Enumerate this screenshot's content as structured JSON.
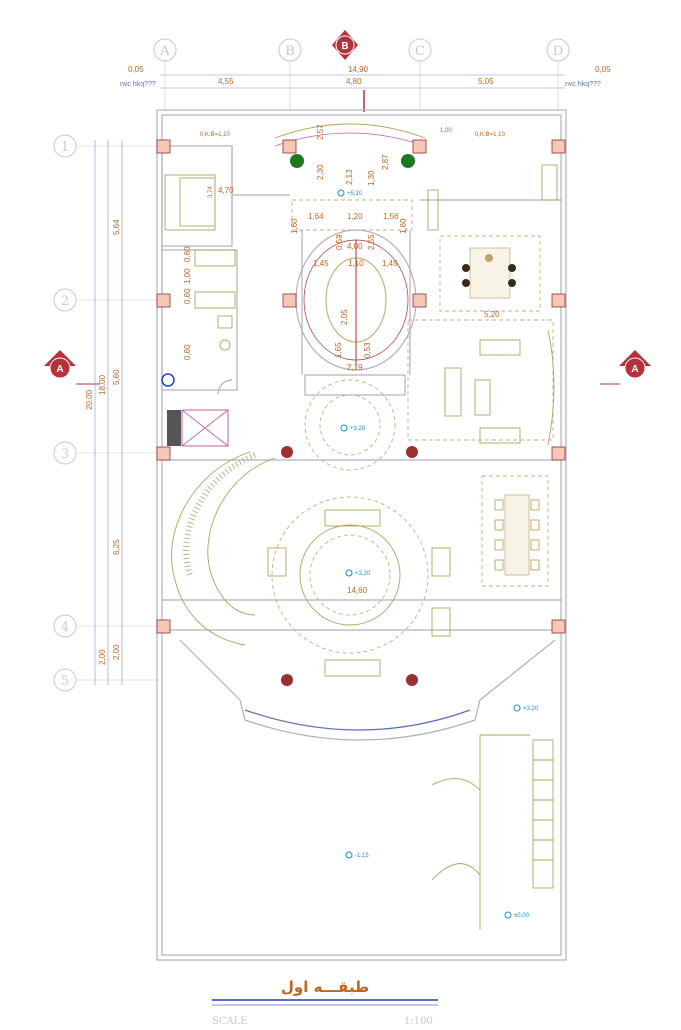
{
  "title": "طبقـــه اول",
  "scale": {
    "label": "SCALE",
    "value": "1:100"
  },
  "grid_cols": [
    "A",
    "B",
    "C",
    "D"
  ],
  "grid_rows": [
    "1",
    "2",
    "3",
    "4",
    "5"
  ],
  "section_marks": {
    "top": "B",
    "left": "A",
    "right": "A"
  },
  "north_labels": {
    "left": "nvc hkq???",
    "right": "nvc hkq???"
  },
  "offsets": {
    "left": "0,05",
    "right": "0,05",
    "top_total": "14,90"
  },
  "top_dims": [
    "4,55",
    "4,80",
    "5,05"
  ],
  "left_dims": {
    "total": "20,00",
    "mid_total": "18,00",
    "parts": [
      "5,64",
      "5,60",
      "6,25",
      "2,00"
    ],
    "outer_bottom": "2,00"
  },
  "opening_labels": [
    "0,K.B=1,10",
    "0,K.B=1,10"
  ],
  "interior_dims": [
    "4,70",
    "3,74",
    "2,57",
    "2,30",
    "2,13",
    "1,30",
    "2,87",
    "1,64",
    "1,20",
    "1,56",
    "1,60",
    "1,60",
    "0,59",
    "4,00",
    "2,55",
    "1,45",
    "1,10",
    "1,45",
    "0,60",
    "1,00",
    "0,60",
    "0,60",
    "1,65",
    "2,05",
    "0,53",
    "2,19",
    "5,20",
    "14,60",
    "1,00"
  ],
  "levels": [
    "+5,10",
    "+3,20",
    "+3,20",
    "+3,20",
    "-1,15",
    "±0,00"
  ],
  "colors": {
    "dimension": "#c0651f",
    "wall": "#b0b0bc",
    "furniture": "#c2b284",
    "column": "#9c2a2a",
    "level": "#1a8fd8",
    "dimline": "#8a8ad0"
  }
}
